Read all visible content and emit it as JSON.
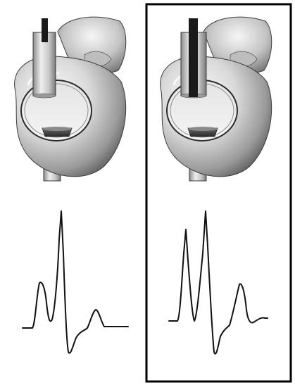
{
  "figure": {
    "panels": [
      {
        "id": "left",
        "highlighted": false,
        "catheter": "thin",
        "ecg_waveform": "narrow-complex"
      },
      {
        "id": "right",
        "highlighted": true,
        "catheter": "thick",
        "ecg_waveform": "wide-complex"
      }
    ],
    "colors": {
      "outline": "#000000",
      "heart_light": "#f4f4f4",
      "heart_dark": "#5a5a5a",
      "catheter": "#1a1a1a",
      "background": "#ffffff"
    }
  }
}
